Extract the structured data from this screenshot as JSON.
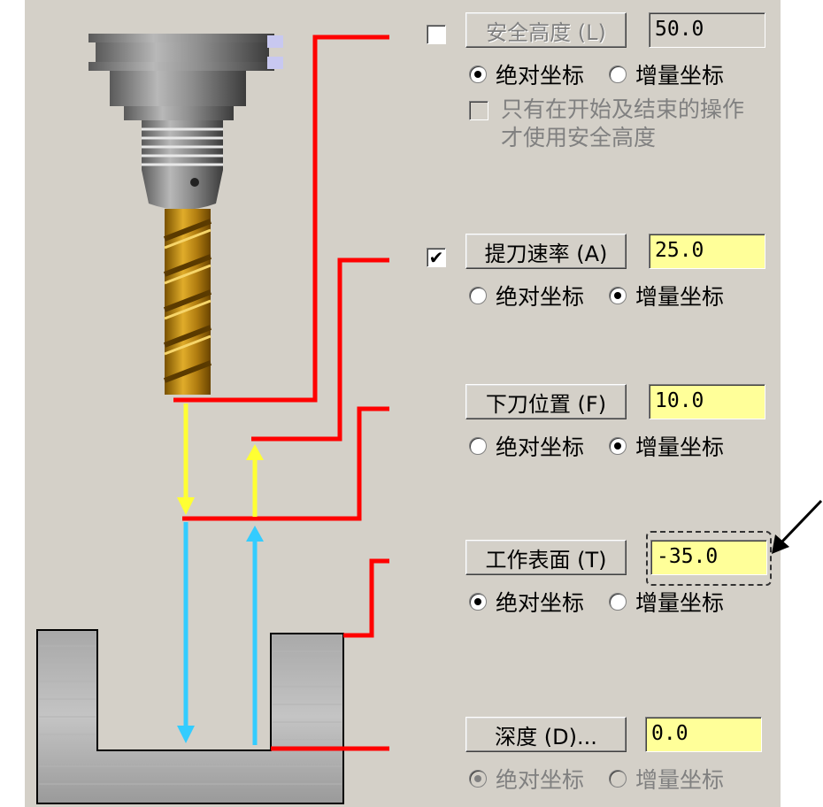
{
  "rows": [
    {
      "key": "safe",
      "checkbox": "",
      "button": "安全高度 (L)",
      "value": "50.0",
      "opt1": "绝对坐标",
      "opt2": "增量坐标"
    },
    {
      "key": "retract",
      "checkbox": "✔",
      "button": "提刀速率 (A)",
      "value": "25.0",
      "opt1": "绝对坐标",
      "opt2": "增量坐标"
    },
    {
      "key": "feed",
      "button": "下刀位置 (F)",
      "value": "10.0",
      "opt1": "绝对坐标",
      "opt2": "增量坐标"
    },
    {
      "key": "top",
      "button": "工作表面 (T)",
      "value": "-35.0",
      "opt1": "绝对坐标",
      "opt2": "增量坐标"
    },
    {
      "key": "depth",
      "button": "深度 (D)...",
      "value": "0.0",
      "opt1": "绝对坐标",
      "opt2": "增量坐标"
    }
  ],
  "note": {
    "checkbox": "",
    "line1": "只有在开始及结束的操作",
    "line2": "才使用安全高度"
  },
  "colors": {
    "panel": "#d4d0c8",
    "field_active": "#ffff99",
    "level_line": "#ff0000",
    "move_arrow": "#ffff33",
    "feed_arrow": "#33ccff"
  }
}
